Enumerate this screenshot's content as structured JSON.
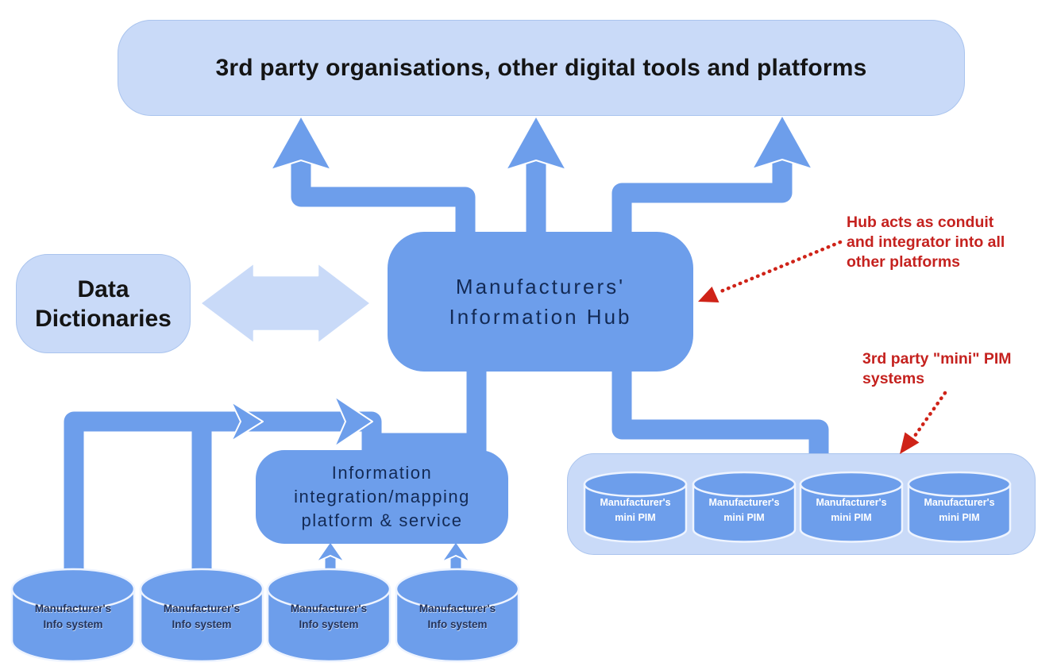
{
  "top_banner": {
    "label": "3rd party organisations, other digital tools and platforms"
  },
  "data_dictionaries": {
    "line1": "Data",
    "line2": "Dictionaries"
  },
  "hub": {
    "line1": "Manufacturers'",
    "line2": "Information Hub"
  },
  "platform": {
    "line1": "Information",
    "line2": "integration/mapping",
    "line3": "platform & service"
  },
  "annotations": {
    "hub_note": {
      "line1": "Hub acts as conduit",
      "line2": "and integrator into all",
      "line3": "other platforms"
    },
    "pim_note": {
      "line1": "3rd party \"mini\" PIM",
      "line2": "systems"
    }
  },
  "info_systems": {
    "items": [
      {
        "line1": "Manufacturer's",
        "line2": "Info system"
      },
      {
        "line1": "Manufacturer's",
        "line2": "Info system"
      },
      {
        "line1": "Manufacturer's",
        "line2": "Info system"
      },
      {
        "line1": "Manufacturer's",
        "line2": "Info system"
      }
    ]
  },
  "mini_pims": {
    "items": [
      {
        "line1": "Manufacturer's",
        "line2": "mini PIM"
      },
      {
        "line1": "Manufacturer's",
        "line2": "mini PIM"
      },
      {
        "line1": "Manufacturer's",
        "line2": "mini PIM"
      },
      {
        "line1": "Manufacturer's",
        "line2": "mini PIM"
      }
    ]
  },
  "colors": {
    "primary_blue": "#6d9eeb",
    "light_blue": "#c9daf8",
    "annotation_red": "#c5221f",
    "dark_text": "#132a55"
  }
}
